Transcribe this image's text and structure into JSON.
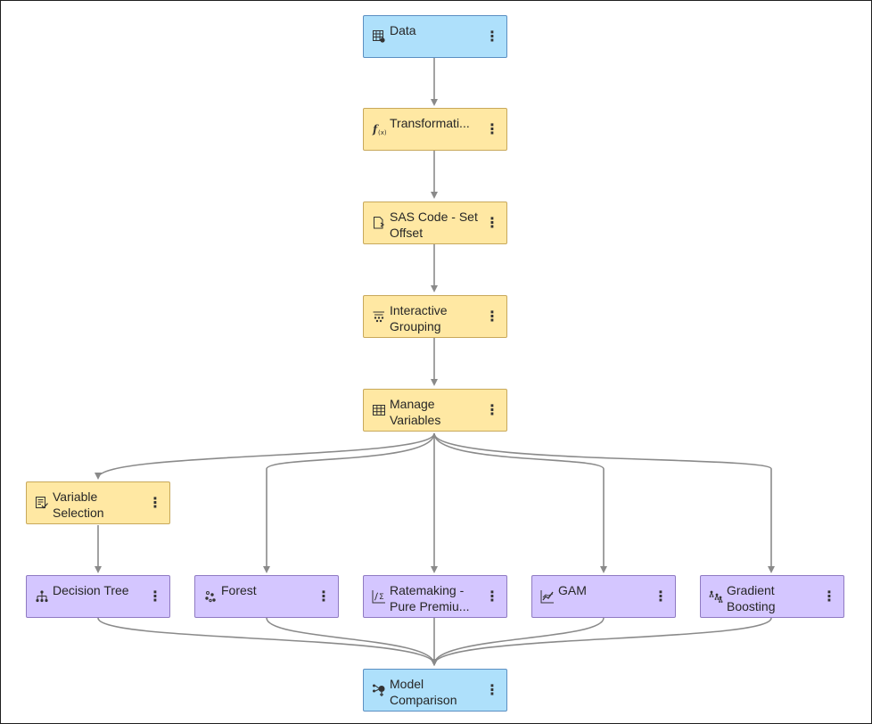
{
  "nodes": [
    {
      "id": "data",
      "label": "Data",
      "icon": "data-table-icon",
      "color": "#aee0fb"
    },
    {
      "id": "transformations",
      "label": "Transformati...",
      "icon": "function-icon",
      "color": "#ffe8a3"
    },
    {
      "id": "sas-code",
      "label": "SAS Code - Set Offset",
      "icon": "code-file-icon",
      "color": "#ffe8a3"
    },
    {
      "id": "interactive-grouping",
      "label": "Interactive Grouping",
      "icon": "grouping-icon",
      "color": "#ffe8a3"
    },
    {
      "id": "manage-variables",
      "label": "Manage Variables",
      "icon": "grid-table-icon",
      "color": "#ffe8a3"
    },
    {
      "id": "variable-selection",
      "label": "Variable Selection",
      "icon": "variable-selection-icon",
      "color": "#ffe8a3"
    },
    {
      "id": "decision-tree",
      "label": "Decision Tree",
      "icon": "tree-icon",
      "color": "#d4c6ff"
    },
    {
      "id": "forest",
      "label": "Forest",
      "icon": "forest-icon",
      "color": "#d4c6ff"
    },
    {
      "id": "ratemaking",
      "label": "Ratemaking - Pure Premiu...",
      "icon": "sigma-chart-icon",
      "color": "#d4c6ff"
    },
    {
      "id": "gam",
      "label": "GAM",
      "icon": "line-chart-icon",
      "color": "#d4c6ff"
    },
    {
      "id": "gradient-boosting",
      "label": "Gradient Boosting",
      "icon": "boosting-icon",
      "color": "#d4c6ff"
    },
    {
      "id": "model-comparison",
      "label": "Model Comparison",
      "icon": "comparison-icon",
      "color": "#aee0fb"
    }
  ],
  "menu_glyph": "⋮"
}
